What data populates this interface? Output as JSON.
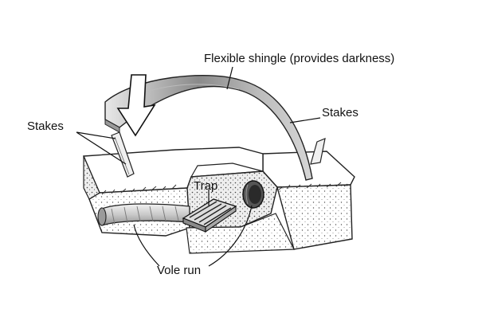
{
  "labels": {
    "shingle": "Flexible shingle (provides darkness)",
    "stakes_left": "Stakes",
    "stakes_right": "Stakes",
    "trap": "Trap",
    "vole_run": "Vole run"
  }
}
